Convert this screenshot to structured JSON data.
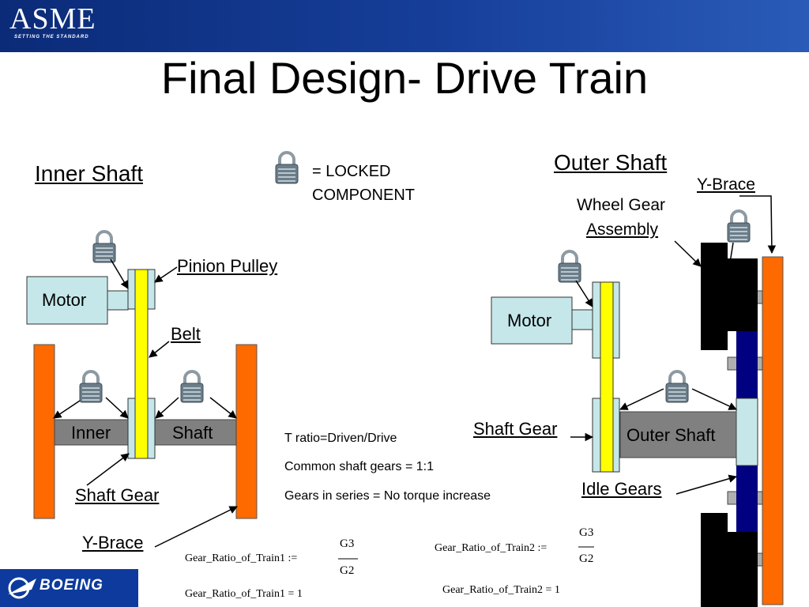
{
  "header": {
    "logo_text": "ASME",
    "logo_tagline": "SETTING THE STANDARD"
  },
  "title": "Final Design- Drive Train",
  "legend": {
    "line1": "= LOCKED",
    "line2": "COMPONENT"
  },
  "inner": {
    "heading": "Inner Shaft",
    "motor": "Motor",
    "pinion_pulley": "Pinion Pulley",
    "belt": "Belt",
    "shaft_left": "Inner",
    "shaft_right": "Shaft",
    "shaft_gear": "Shaft Gear",
    "y_brace": "Y-Brace"
  },
  "outer": {
    "heading": "Outer Shaft",
    "y_brace": "Y-Brace",
    "wheel_gear_line1": "Wheel Gear",
    "wheel_gear_line2": "Assembly",
    "motor": "Motor",
    "shaft_gear": "Shaft Gear",
    "shaft": "Outer Shaft",
    "idle_gears": "Idle Gears"
  },
  "notes": {
    "line1": "T ratio=Driven/Drive",
    "line2": "Common shaft gears = 1:1",
    "line3": "Gears in series = No torque increase"
  },
  "formulas": {
    "f1_lhs": "Gear_Ratio_of_Train1 :=",
    "f1_num": "G3",
    "f1_den": "G2",
    "f1_result": "Gear_Ratio_of_Train1 = 1",
    "f2_lhs": "Gear_Ratio_of_Train2 :=",
    "f2_num": "G3",
    "f2_den": "G2",
    "f2_result": "Gear_Ratio_of_Train2 = 1"
  },
  "footer": {
    "brand": "BOEING"
  },
  "colors": {
    "header": "#163f9a",
    "motor": "#c5e7ea",
    "brace": "#ff6a00",
    "belt": "#ffff00",
    "shaft": "#808080",
    "idle_gear": "#000080"
  }
}
